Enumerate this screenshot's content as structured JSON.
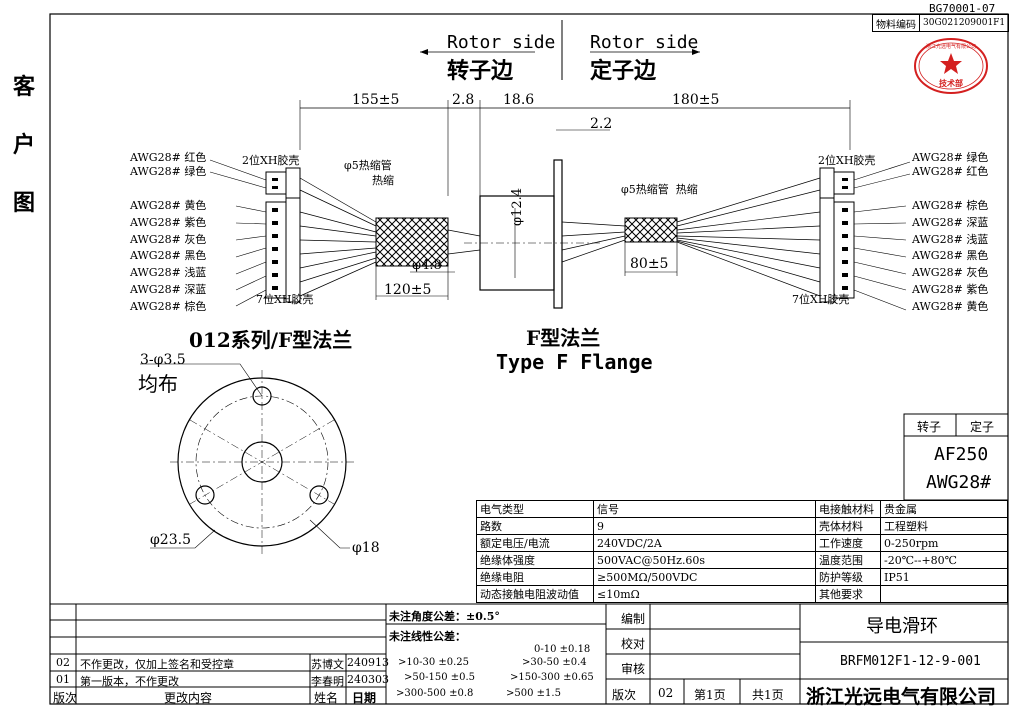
{
  "header": {
    "doc_code": "BG70001-07",
    "material_label": "物料编码",
    "material_code": "30G021209001F1",
    "customer_drawing": [
      "客",
      "户",
      "图"
    ]
  },
  "stamp": {
    "ring_text": "浙江光远电气有限公司",
    "center_text": "技术部",
    "color": "#d42020"
  },
  "sides": {
    "rotor_en": "Rotor side",
    "rotor_cn": "转子边",
    "stator_en": "Rotor side",
    "stator_cn": "定子边"
  },
  "dimensions": {
    "left_lead": "155±5",
    "gap": "2.8",
    "body_len": "18.6",
    "right_lead": "180±5",
    "flange_thk": "2.2",
    "body_dia": "φ12.4",
    "sleeve_dia": "φ4.8",
    "left_sleeve": "120±5",
    "right_sleeve": "80±5"
  },
  "left_wires": {
    "top": [
      {
        "gauge": "AWG28#",
        "color": "红色"
      },
      {
        "gauge": "AWG28#",
        "color": "绿色"
      }
    ],
    "bottom": [
      {
        "gauge": "AWG28#",
        "color": "黄色"
      },
      {
        "gauge": "AWG28#",
        "color": "紫色"
      },
      {
        "gauge": "AWG28#",
        "color": "灰色"
      },
      {
        "gauge": "AWG28#",
        "color": "黑色"
      },
      {
        "gauge": "AWG28#",
        "color": "浅蓝"
      },
      {
        "gauge": "AWG28#",
        "color": "深蓝"
      },
      {
        "gauge": "AWG28#",
        "color": "棕色"
      }
    ],
    "conn2": "2位XH胶壳",
    "conn7": "7位XH胶壳",
    "heat_shrink_1": "φ5热缩管",
    "heat_shrink_2": "热缩"
  },
  "right_wires": {
    "top": [
      {
        "gauge": "AWG28#",
        "color": "绿色"
      },
      {
        "gauge": "AWG28#",
        "color": "红色"
      }
    ],
    "bottom": [
      {
        "gauge": "AWG28#",
        "color": "棕色"
      },
      {
        "gauge": "AWG28#",
        "color": "深蓝"
      },
      {
        "gauge": "AWG28#",
        "color": "浅蓝"
      },
      {
        "gauge": "AWG28#",
        "color": "黑色"
      },
      {
        "gauge": "AWG28#",
        "color": "灰色"
      },
      {
        "gauge": "AWG28#",
        "color": "紫色"
      },
      {
        "gauge": "AWG28#",
        "color": "黄色"
      }
    ],
    "conn2": "2位XH胶壳",
    "conn7": "7位XH胶壳",
    "heat_shrink": "φ5热缩管  热缩"
  },
  "flange": {
    "series_title": "012系列/F型法兰",
    "type_cn": "F型法兰",
    "type_en": "Type F Flange",
    "holes": "3-φ3.5",
    "holes_note": "均布",
    "outer_dia": "φ23.5",
    "inner_dia": "φ18"
  },
  "wire_spec": {
    "rotor": "转子",
    "stator": "定子",
    "model": "AF250",
    "gauge": "AWG28#"
  },
  "spec_table": {
    "left": [
      {
        "label": "电气类型",
        "value": "信号"
      },
      {
        "label": "路数",
        "value": "9"
      },
      {
        "label": "额定电压/电流",
        "value": "240VDC/2A"
      },
      {
        "label": "绝缘体强度",
        "value": "500VAC@50Hz.60s"
      },
      {
        "label": "绝缘电阻",
        "value": "≥500MΩ/500VDC"
      },
      {
        "label": "动态接触电阻波动值",
        "value": "≤10mΩ"
      }
    ],
    "right": [
      {
        "label": "电接触材料",
        "value": "贵金属"
      },
      {
        "label": "壳体材料",
        "value": "工程塑料"
      },
      {
        "label": "工作速度",
        "value": "0-250rpm"
      },
      {
        "label": "温度范围",
        "value": "-20℃--+80℃"
      },
      {
        "label": "防护等级",
        "value": "IP51"
      },
      {
        "label": "其他要求",
        "value": ""
      }
    ]
  },
  "title_block": {
    "revisions": [
      {
        "ver": "02",
        "content": "不作更改，仅加上签名和受控章",
        "name": "苏博文",
        "date": "240913"
      },
      {
        "ver": "01",
        "content": "第一版本，不作更改",
        "name": "李春明",
        "date": "240303"
      }
    ],
    "rev_header": {
      "ver": "版次",
      "content": "更改内容",
      "name": "姓名",
      "date": "日期"
    },
    "angle_tol": "未注角度公差：±0.5°",
    "linear_tol": "未注线性公差：",
    "tolerances": [
      "0-10 ±0.18",
      ">10-30 ±0.25",
      ">30-50 ±0.4",
      ">50-150 ±0.5",
      ">150-300 ±0.65",
      ">300-500 ±0.8",
      ">500 ±1.5"
    ],
    "drafted": "编制",
    "checked": "校对",
    "approved": "审核",
    "version_label": "版次",
    "version": "02",
    "page": "第1页",
    "total": "共1页",
    "product": "导电滑环",
    "part_no": "BRFM012F1-12-9-001",
    "company": "浙江光远电气有限公司"
  }
}
